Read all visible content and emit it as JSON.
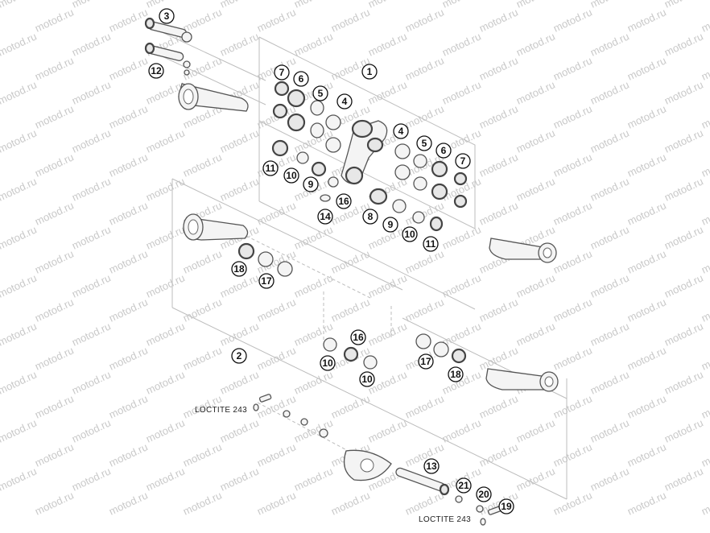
{
  "watermark": "motod.ru",
  "notes": {
    "loctite_upper": "LOCTITE 243",
    "loctite_lower": "LOCTITE 243"
  },
  "callouts": [
    "3",
    "12",
    "7",
    "6",
    "5",
    "4",
    "1",
    "4",
    "5",
    "6",
    "7",
    "11",
    "10",
    "9",
    "16",
    "14",
    "8",
    "9",
    "10",
    "11",
    "18",
    "17",
    "2",
    "16",
    "10",
    "10",
    "17",
    "18",
    "13",
    "21",
    "20",
    "19"
  ]
}
